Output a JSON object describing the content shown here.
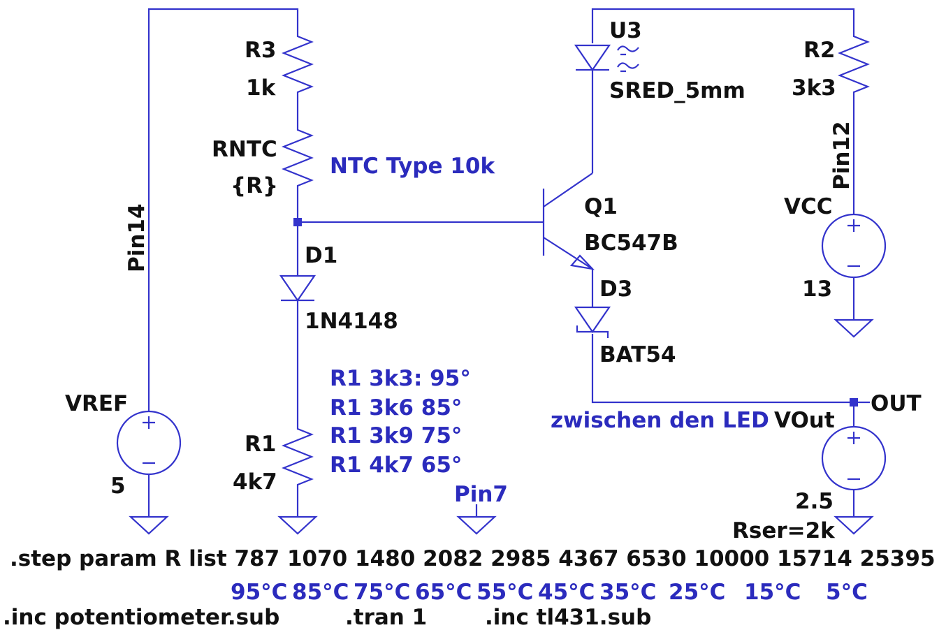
{
  "components": {
    "r3": {
      "name": "R3",
      "value": "1k"
    },
    "rntc": {
      "name": "RNTC",
      "value": "{R}"
    },
    "d1": {
      "name": "D1",
      "model": "1N4148"
    },
    "r1": {
      "name": "R1",
      "value": "4k7"
    },
    "vref": {
      "name": "VREF",
      "value": "5"
    },
    "u3": {
      "name": "U3",
      "model": "SRED_5mm"
    },
    "q1": {
      "name": "Q1",
      "model": "BC547B"
    },
    "d3": {
      "name": "D3",
      "model": "BAT54"
    },
    "r2": {
      "name": "R2",
      "value": "3k3"
    },
    "vcc": {
      "name": "VCC",
      "value": "13"
    },
    "vout": {
      "name": "VOut",
      "value": "2.5",
      "rser": "Rser=2k"
    }
  },
  "nets": {
    "pin14": "Pin14",
    "pin12": "Pin12",
    "pin7": "Pin7",
    "out": "OUT"
  },
  "notes": {
    "ntc_type": "NTC Type 10k",
    "r1_table": [
      "R1 3k3: 95°",
      "R1 3k6 85°",
      "R1 3k9 75°",
      "R1 4k7 65°"
    ],
    "between_led": "zwischen den LED",
    "temps": [
      "95°C",
      "85°C",
      "75°C",
      "65°C",
      "55°C",
      "45°C",
      "35°C",
      "25°C",
      "15°C",
      "5°C"
    ]
  },
  "directives": {
    "step": ".step param R list 787 1070 1480 2082 2985 4367 6530 10000 15714 25395",
    "inc_pot": ".inc potentiometer.sub",
    "tran": ".tran 1",
    "inc_tl431": ".inc tl431.sub"
  },
  "colors": {
    "wire": "#3333cc",
    "note": "#2b2bbd",
    "label": "#111111"
  }
}
